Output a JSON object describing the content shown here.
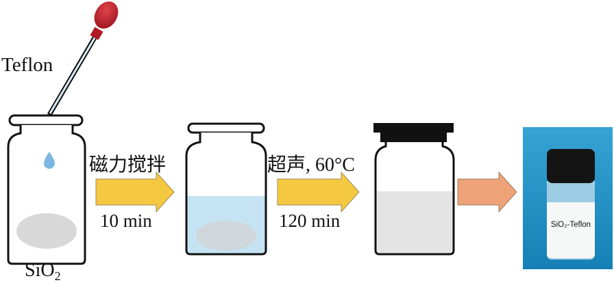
{
  "labels": {
    "teflon": "Teflon",
    "sio2_main": "SiO",
    "sio2_sub": "2",
    "step1_top": "磁力搅拌",
    "step1_bottom": "10 min",
    "step2_top": "超声, 60°C",
    "step2_bottom": "120 min",
    "product": "SiO₂-Teflon"
  },
  "colors": {
    "arrow_yellow": "#f5c842",
    "arrow_orange": "#eda277",
    "liquid_blue": "#c5e3f2",
    "liquid_white": "#e4e4e4",
    "bulb_red": "#c0202a",
    "photo_bg": "#1e8fc2"
  }
}
